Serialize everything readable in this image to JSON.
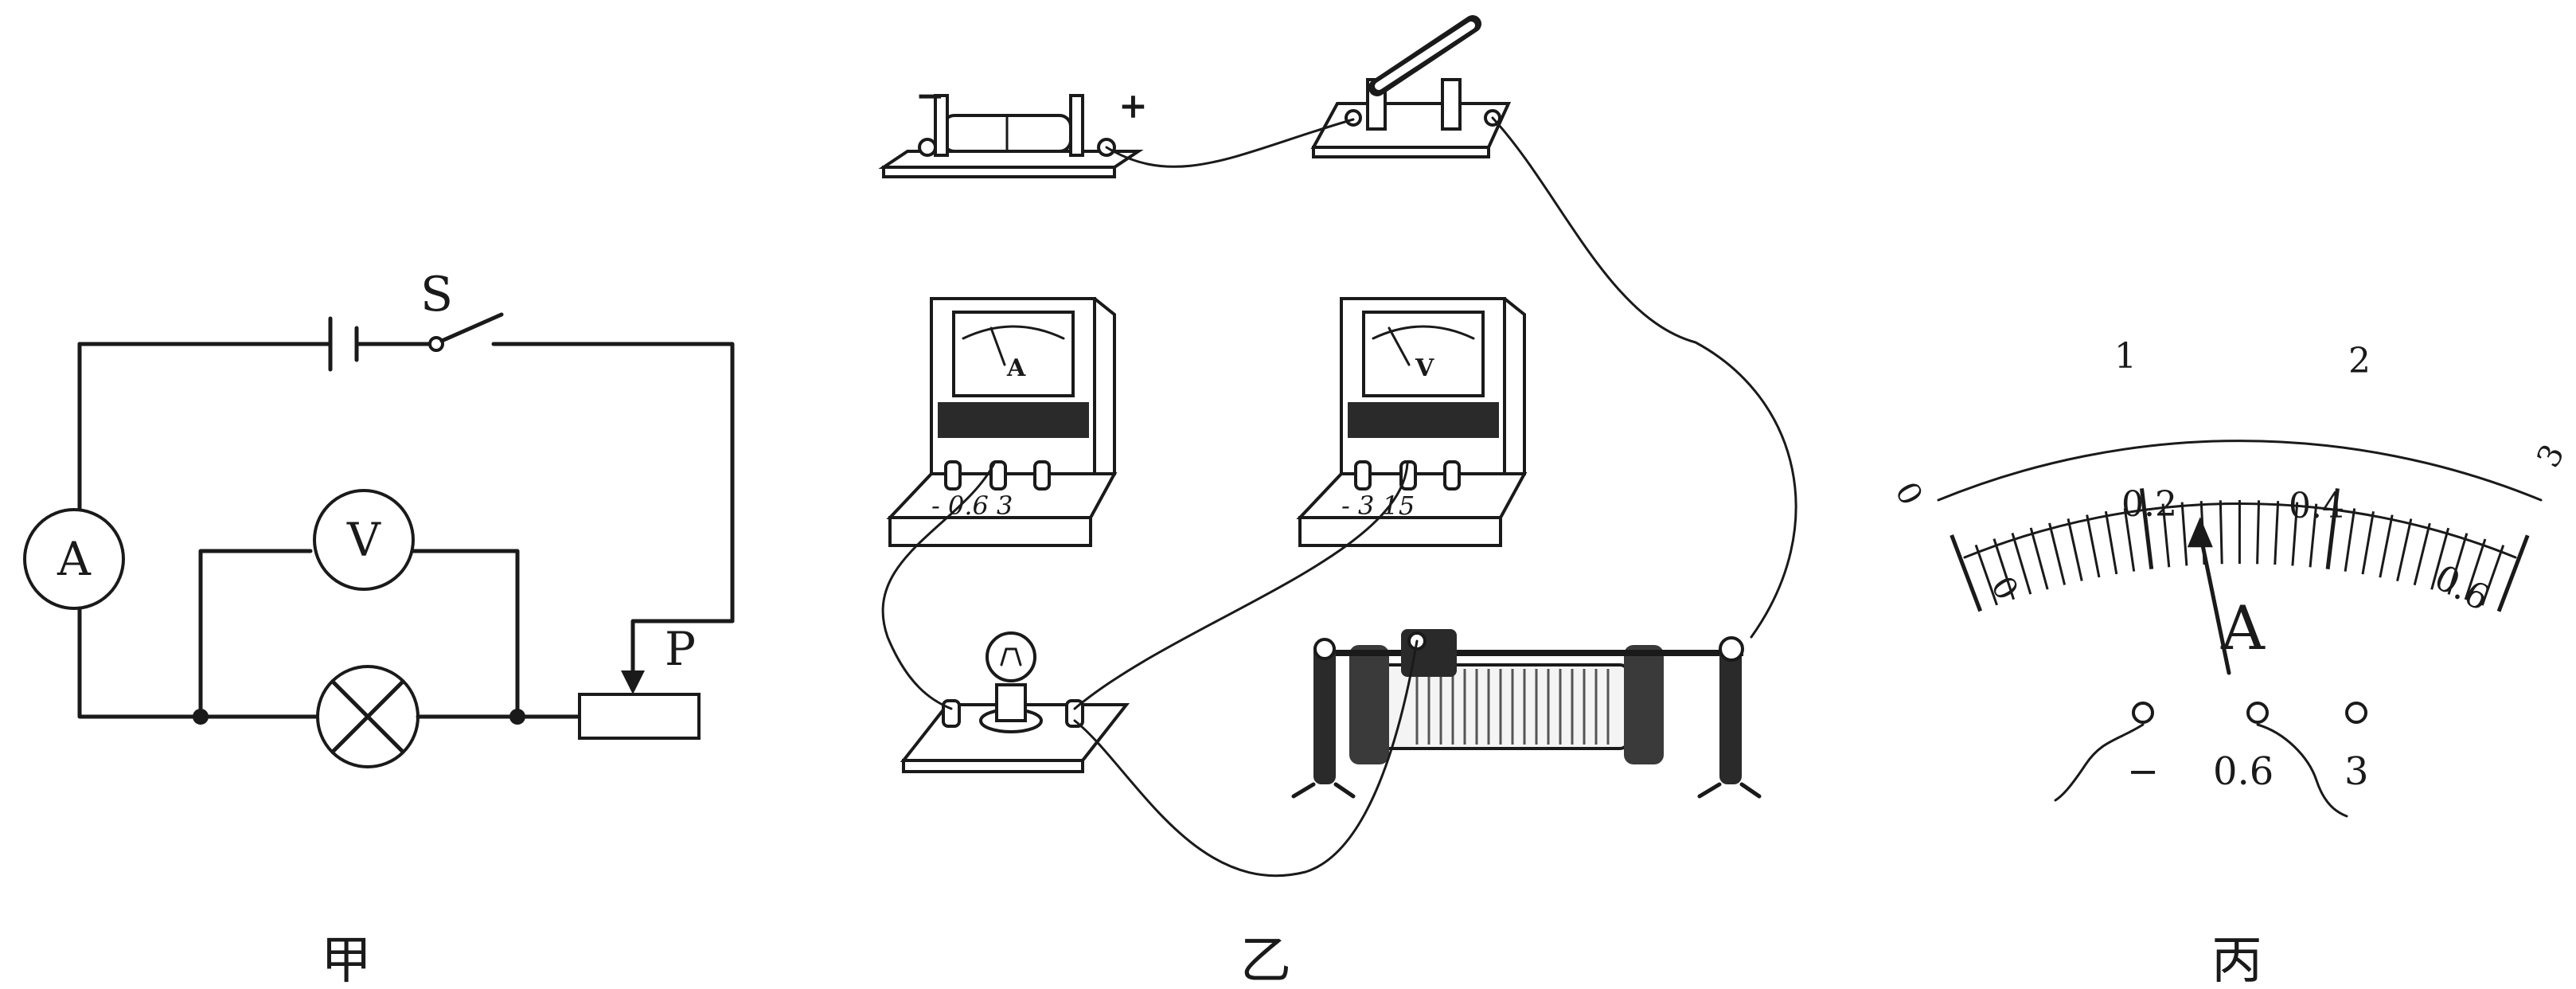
{
  "captions": {
    "jia": "甲",
    "yi": "乙",
    "bing": "丙"
  },
  "circuit": {
    "switch_label": "S",
    "ammeter_symbol": "A",
    "voltmeter_symbol": "V",
    "slider_label": "P"
  },
  "apparatus": {
    "battery_minus": "−",
    "battery_plus": "+",
    "ammeter_face": "A",
    "ammeter_terminals": "- 0.6 3",
    "voltmeter_face": "V",
    "voltmeter_terminals": "- 3 15"
  },
  "meter": {
    "unit": "A",
    "upper_scale": [
      "0",
      "1",
      "2",
      "3"
    ],
    "lower_scale": [
      "0",
      "0.2",
      "0.4",
      "0.6"
    ],
    "terminals": [
      "−",
      "0.6",
      "3"
    ],
    "reading_fraction": 0.43
  }
}
